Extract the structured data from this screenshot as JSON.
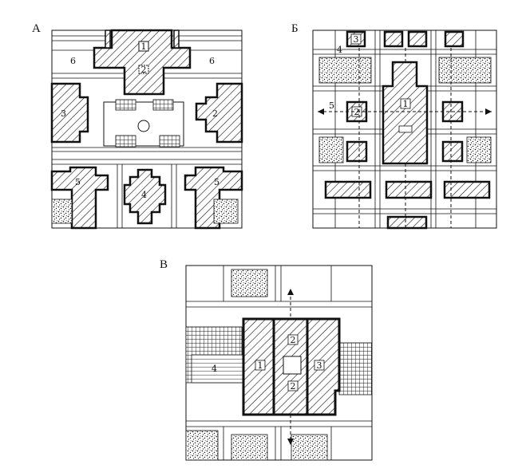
{
  "panels": {
    "A": {
      "letter": "А",
      "labels": {
        "n1": "1",
        "n2_center": "2",
        "n2_right": "2",
        "n3": "3",
        "n4": "4",
        "n5_left": "5",
        "n5_right": "5",
        "n6_left": "6",
        "n6_right": "6"
      }
    },
    "B": {
      "letter": "Б",
      "labels": {
        "n1": "1",
        "n2": "2",
        "n3": "3",
        "n4": "4",
        "n5": "5"
      }
    },
    "C": {
      "letter": "В",
      "labels": {
        "n1": "1",
        "n2_top": "2",
        "n2_bottom": "2",
        "n3": "3",
        "n4": "4"
      }
    }
  },
  "colors": {
    "ink": "#111111",
    "paper": "#ffffff"
  }
}
